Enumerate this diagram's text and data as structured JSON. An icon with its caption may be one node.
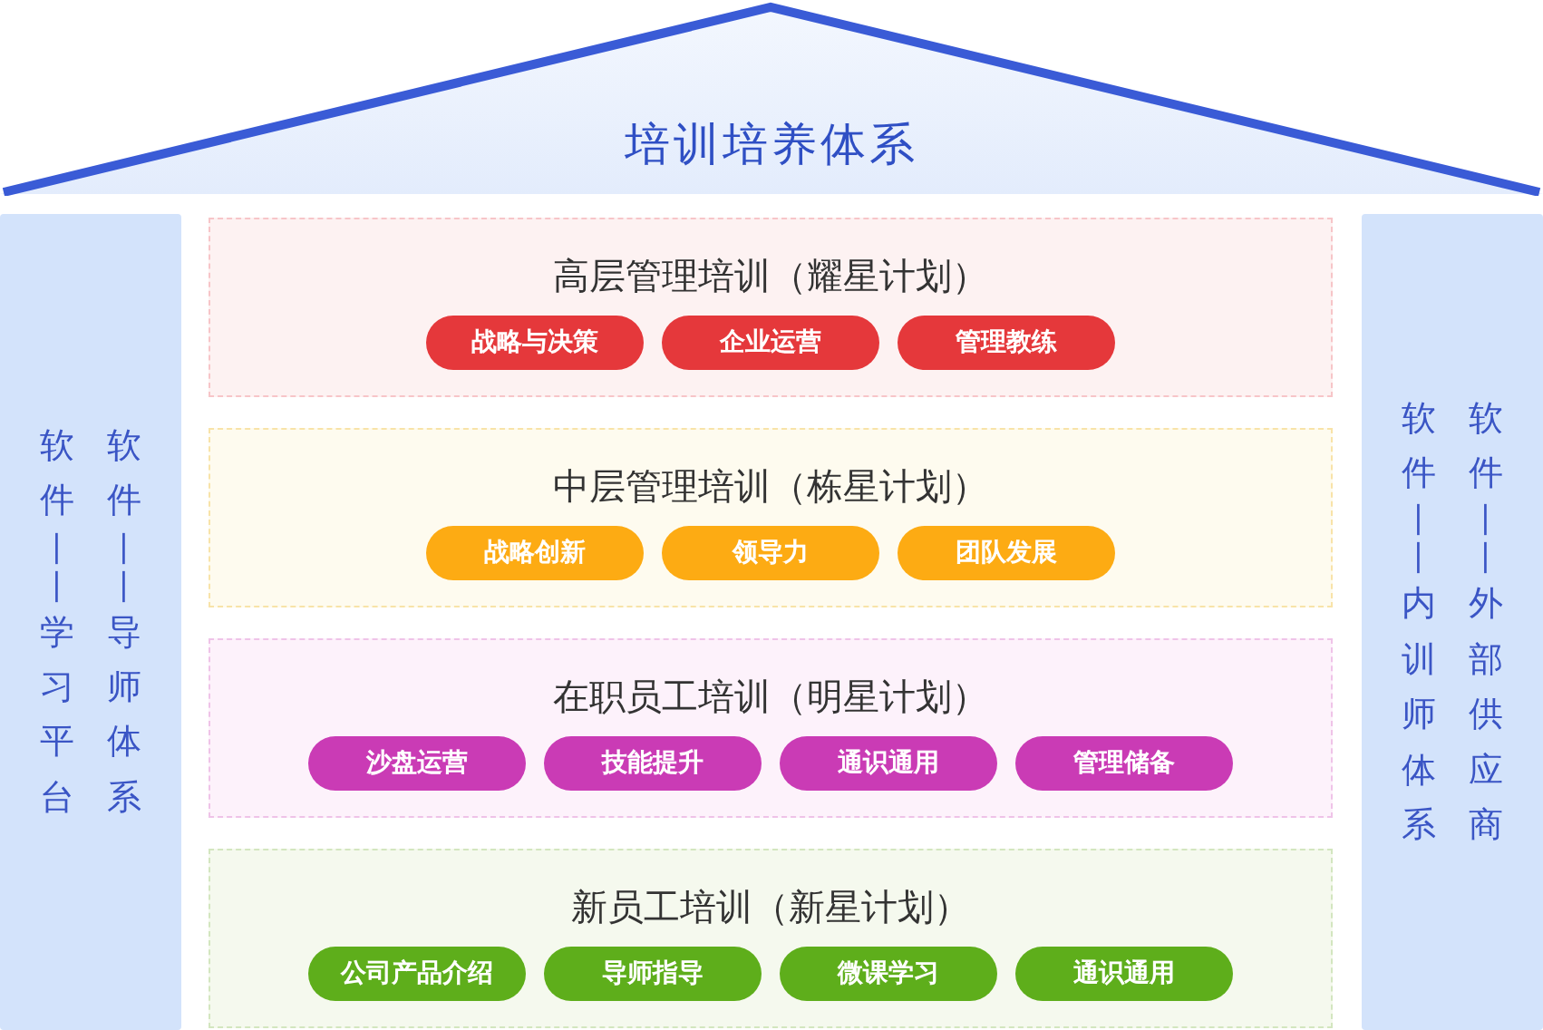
{
  "diagram": {
    "nodes": [
      {
        "text": [
          "培训培养体系"
        ]
      },
      {
        "text": [
          "软件——学习平台",
          "软件——导师体系"
        ]
      },
      {
        "text": [
          "高层管理培训（耀星计划）"
        ]
      },
      {
        "text": [
          "战略与决策"
        ],
        "in": 2
      },
      {
        "text": [
          "企业运营"
        ],
        "in": 2
      },
      {
        "text": [
          "管理教练"
        ],
        "in": 2
      },
      {
        "text": [
          "中层管理培训（栋星计划）"
        ]
      },
      {
        "text": [
          "战略创新"
        ],
        "in": 6
      },
      {
        "text": [
          "领导力"
        ],
        "in": 6
      },
      {
        "text": [
          "团队发展"
        ],
        "in": 6
      },
      {
        "text": [
          "在职员工培训（明星计划）"
        ]
      },
      {
        "text": [
          "沙盘运营"
        ],
        "in": 10
      },
      {
        "text": [
          "技能提升"
        ],
        "in": 10
      },
      {
        "text": [
          "通识通用"
        ],
        "in": 10
      },
      {
        "text": [
          "管理储备"
        ],
        "in": 10
      },
      {
        "text": [
          "新员工培训（新星计划）"
        ]
      },
      {
        "text": [
          "公司产品介绍"
        ],
        "in": 15
      },
      {
        "text": [
          "导师指导"
        ],
        "in": 15
      },
      {
        "text": [
          "微课学习"
        ],
        "in": 15
      },
      {
        "text": [
          "通识通用"
        ],
        "in": 15
      },
      {
        "text": [
          "软件——内训师体系",
          "软件——外部供应商"
        ]
      }
    ],
    "edges": []
  }
}
